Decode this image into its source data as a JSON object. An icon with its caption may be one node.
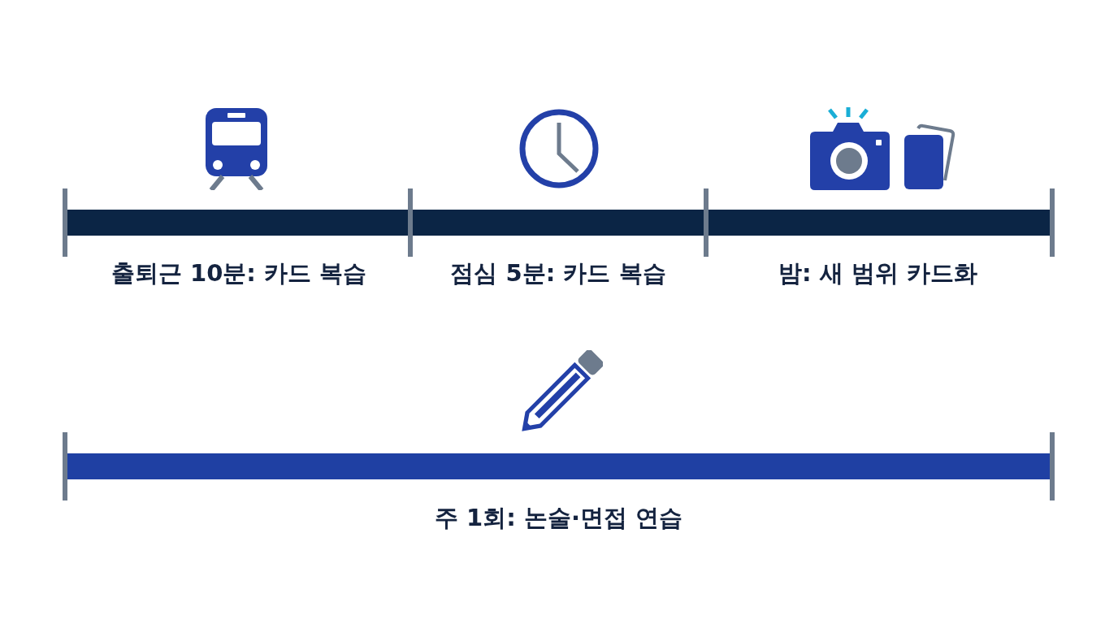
{
  "diagram": {
    "nodes": [
      {
        "text": [
          "출퇴근 10분: 카드 복습"
        ]
      },
      {
        "text": [
          "점심 5분: 카드 복습"
        ]
      },
      {
        "text": [
          "밤: 새 범위 카드화"
        ]
      },
      {
        "text": [
          "주 1회: 논술·면접 연습"
        ]
      }
    ]
  }
}
